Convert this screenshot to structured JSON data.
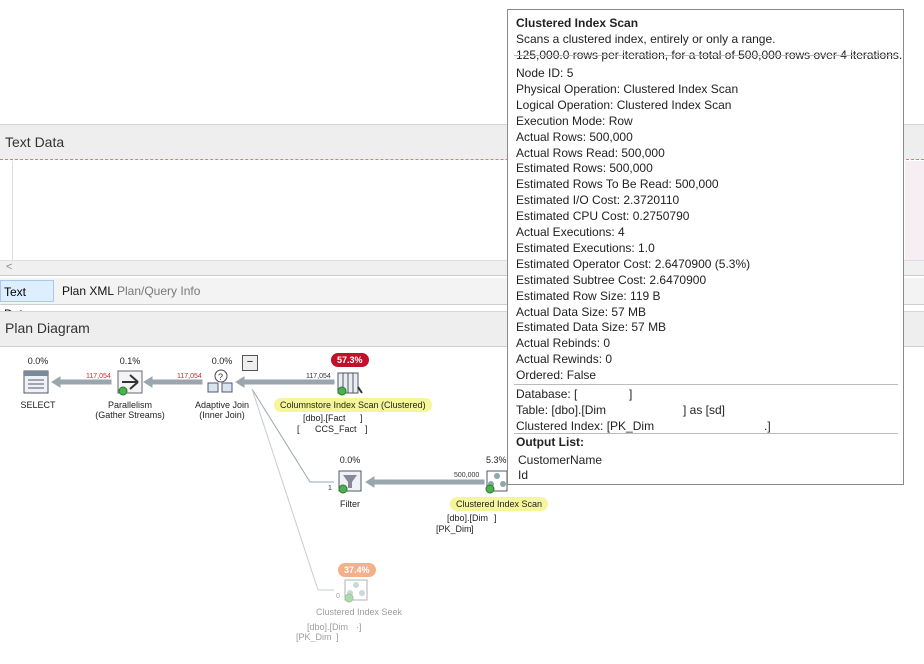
{
  "text_data_panel": {
    "title": "Text Data",
    "scroll_left_glyph": "<"
  },
  "tabs": [
    {
      "label": "Text Data",
      "active": true
    },
    {
      "label": "Plan XML",
      "active": false
    },
    {
      "label": "Plan/Query Info",
      "active": false
    }
  ],
  "plan_diagram": {
    "title": "Plan Diagram",
    "collapse_glyph": "−",
    "nodes": {
      "select": {
        "cost": "0.0%",
        "label": "SELECT"
      },
      "parallelism": {
        "cost": "0.1%",
        "label1": "Parallelism",
        "label2": "(Gather Streams)"
      },
      "adaptive_join": {
        "cost": "0.0%",
        "label1": "Adaptive Join",
        "label2": "(Inner Join)"
      },
      "columnstore": {
        "cost": "57.3%",
        "label": "Columnstore Index Scan (Clustered)",
        "obj1": "[dbo].[Fact",
        "obj1_end": "]",
        "obj2_start": "[",
        "obj2": "CCS_Fact",
        "obj2_end": "]"
      },
      "filter": {
        "cost": "0.0%",
        "label": "Filter"
      },
      "clustered_scan": {
        "cost": "5.3%",
        "label": "Clustered Index Scan",
        "obj1": "[dbo].[Dim",
        "obj1_end": "]",
        "obj2": "[PK_Dim",
        "obj2_end": "]"
      },
      "clustered_seek": {
        "cost": "37.4%",
        "label": "Clustered Index Seek",
        "obj1": "[dbo].[Dim",
        "obj1_end": "·]",
        "obj2": "[PK_Dim",
        "obj2_end": "]"
      }
    },
    "edges": {
      "select_par": "117,054",
      "par_join": "117,054",
      "join_cs": "117,054",
      "filter_in": "1",
      "scan_filter": "500,000",
      "seek_out": "0"
    }
  },
  "tooltip": {
    "title": "Clustered Index Scan",
    "description": "Scans a clustered index, entirely or only a range.",
    "rows_info": "125,000.0 rows per iteration, for a total of 500,000 rows over 4 iterations.",
    "properties": [
      "Node ID:  5",
      "Physical Operation:  Clustered Index Scan",
      "Logical Operation:  Clustered Index Scan",
      "Execution Mode:  Row",
      "Actual Rows:  500,000",
      "Actual Rows Read:  500,000",
      "Estimated Rows:  500,000",
      "Estimated Rows To Be Read:  500,000",
      "Estimated I/O Cost:  2.3720110",
      "Estimated CPU Cost:  0.2750790",
      "Actual Executions:  4",
      "Estimated Executions:  1.0",
      "Estimated Operator Cost:  2.6470900 (5.3%)",
      "Estimated Subtree Cost:  2.6470900",
      "Estimated Row Size:  119 B",
      "Actual Data Size:  57 MB",
      "Estimated Data Size:  57 MB",
      "Actual Rebinds:  0",
      "Actual Rewinds:  0",
      "Ordered:  False"
    ],
    "database_label": "Database:  [",
    "database_end": "]",
    "table_label": "Table:  [dbo].[Dim",
    "table_end": "] as [sd]",
    "index_label": "Clustered Index:  [PK_Dim",
    "index_end": ".]",
    "output_label": "Output List:",
    "output_items": [
      "CustomerName",
      "Id"
    ]
  },
  "colors": {
    "cost_high": "#c0102a",
    "cost_medium": "#f5b08a",
    "highlight": "#f5f59a",
    "arrow": "#9aa6ae"
  }
}
